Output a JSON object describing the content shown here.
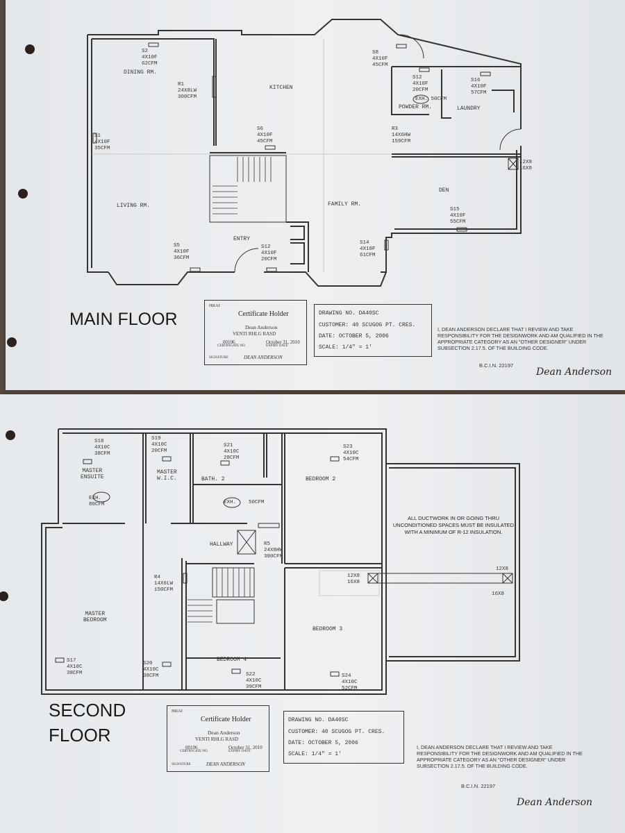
{
  "main_floor": {
    "title": "MAIN FLOOR",
    "rooms": [
      "DINING RM.",
      "KITCHEN",
      "POWDER RM.",
      "LAUNDRY",
      "LIVING RM.",
      "FAMILY RM.",
      "DEN",
      "ENTRY"
    ],
    "registers": [
      {
        "id": "S2",
        "size": "4X10F",
        "cfm": "62CFM"
      },
      {
        "id": "R1",
        "size": "24X8LW",
        "cfm": "300CFM"
      },
      {
        "id": "S8",
        "size": "4X10F",
        "cfm": "45CFM"
      },
      {
        "id": "S12",
        "size": "4X10F",
        "cfm": "20CFM"
      },
      {
        "id": "S16",
        "size": "4X10F",
        "cfm": "57CFM"
      },
      {
        "id": "S1",
        "size": "4X10F",
        "cfm": "35CFM"
      },
      {
        "id": "S6",
        "size": "4X10F",
        "cfm": "45CFM"
      },
      {
        "id": "R3",
        "size": "14X6HW",
        "cfm": "159CFM"
      },
      {
        "id": "S15",
        "size": "4X10F",
        "cfm": "55CFM"
      },
      {
        "id": "S5",
        "size": "4X10F",
        "cfm": "36CFM"
      },
      {
        "id": "S12",
        "size": "4X10F",
        "cfm": "20CFM"
      },
      {
        "id": "S14",
        "size": "4X10F",
        "cfm": "61CFM"
      }
    ],
    "exhaust": {
      "label": "EXH.",
      "cfm": "50CFM"
    },
    "duct": {
      "a": "12X8",
      "b": "16X8"
    },
    "cert": {
      "title": "Certificate Holder",
      "org": "HRAI",
      "holder": "Dean Anderson",
      "categories": "VENTI   RHLG   RASD",
      "cert_no": "00106",
      "expiry": "October 31, 2010",
      "cert_no_label": "CERTIFICATE NO.",
      "expiry_label": "EXPIRY DATE",
      "signature_label": "SIGNATURE",
      "signature": "DEAN ANDERSON"
    },
    "drawing": {
      "number": "DRAWING NO. DA40SC",
      "customer": "CUSTOMER: 40 SCUGOG PT. CRES.",
      "date": "DATE: OCTOBER 5, 2006",
      "scale": "SCALE: 1/4\" = 1'"
    },
    "declaration": "I,     DEAN ANDERSON          DECLARE THAT I REVIEW AND TAKE RESPONSIBILITY FOR THE DESIGNWORK AND AM QUALIFIED IN THE APPROPRIATE CATEGORY AS AN \"OTHER DESIGNER\" UNDER SUBSECTION 2.17.5. OF THE BUILDING CODE.",
    "bcin": "B.C.I.N. 22197",
    "signature": "Dean Anderson"
  },
  "second_floor": {
    "title_line1": "SECOND",
    "title_line2": "FLOOR",
    "rooms": [
      "MASTER\nENSUITE",
      "MASTER\nW.I.C.",
      "BATH. 2",
      "BEDROOM 2",
      "HALLWAY",
      "MASTER\nBEDROOM",
      "BEDROOM 4",
      "BEDROOM 3"
    ],
    "registers": [
      {
        "id": "S18",
        "size": "4X10C",
        "cfm": "38CFM"
      },
      {
        "id": "S19",
        "size": "4X10C",
        "cfm": "20CFM"
      },
      {
        "id": "S21",
        "size": "4X10C",
        "cfm": "28CFM"
      },
      {
        "id": "S23",
        "size": "4X10C",
        "cfm": "54CFM"
      },
      {
        "id": "R5",
        "size": "24X8HW",
        "cfm": "300CFM"
      },
      {
        "id": "R4",
        "size": "14X6LW",
        "cfm": "150CFM"
      },
      {
        "id": "S17",
        "size": "4X10C",
        "cfm": "38CFM"
      },
      {
        "id": "S20",
        "size": "4X10C",
        "cfm": "38CFM"
      },
      {
        "id": "S22",
        "size": "4X10C",
        "cfm": "39CFM"
      },
      {
        "id": "S24",
        "size": "4X10C",
        "cfm": "52CFM"
      }
    ],
    "exhaust1": {
      "label": "EXH.",
      "cfm": "80CFM"
    },
    "exhaust2": {
      "label": "EXH.",
      "cfm": "50CFM"
    },
    "duct": {
      "a": "12X8",
      "b": "16X8"
    },
    "insulation_note": "ALL DUCTWORK IN OR GOING THRU UNCONDITIONED SPACES MUST BE INSULATED WITH A MINIMUM OF R-12 INSULATION.",
    "cert": {
      "title": "Certificate Holder",
      "org": "HRAI",
      "holder": "Dean Anderson",
      "categories": "VENTI   RHLG   RASD",
      "cert_no": "00106",
      "expiry": "October 31, 2010",
      "cert_no_label": "CERTIFICATE NO.",
      "expiry_label": "EXPIRY DATE",
      "signature_label": "SIGNATURE",
      "signature": "DEAN ANDERSON"
    },
    "drawing": {
      "number": "DRAWING NO. DA40SC",
      "customer": "CUSTOMER: 40 SCUGOG PT. CRES.",
      "date": "DATE: OCTOBER 5, 2006",
      "scale": "SCALE: 1/4\" = 1'"
    },
    "declaration": "I,     DEAN ANDERSON          DECLARE THAT I REVIEW AND TAKE RESPONSIBILITY FOR THE DESIGNWORK AND AM QUALIFIED IN THE APPROPRIATE CATEGORY AS AN \"OTHER DESIGNER\" UNDER SUBSECTION 2.17.5. OF THE BUILDING CODE.",
    "bcin": "B.C.I.N. 22197",
    "signature": "Dean Anderson"
  }
}
